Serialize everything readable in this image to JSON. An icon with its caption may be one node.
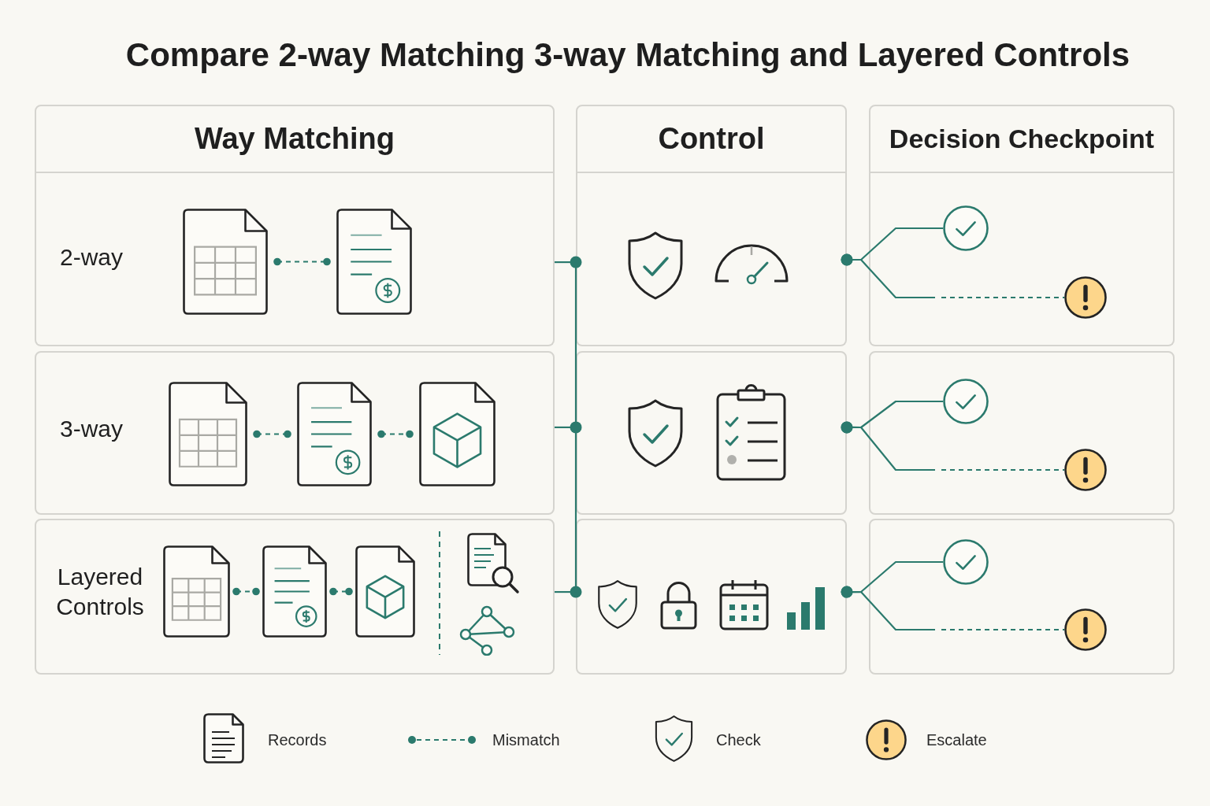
{
  "diagram": {
    "title": "Compare 2-way Matching 3-way Matching and Layered Controls",
    "nodes": [
      {
        "text": [
          "Way Matching"
        ]
      },
      {
        "text": [
          "Control"
        ]
      },
      {
        "text": [
          "Decision Checkpoint"
        ]
      },
      {
        "text": [
          "2-way"
        ]
      },
      {
        "text": [],
        "shape": "document",
        "in": 3
      },
      {
        "text": [],
        "shape": "document",
        "in": 3
      },
      {
        "text": [],
        "shape": "box"
      },
      {
        "text": [],
        "shape": "box"
      },
      {
        "text": [],
        "shape": "circle",
        "in": 7
      },
      {
        "text": [],
        "shape": "circle",
        "in": 7
      },
      {
        "text": [
          "3-way"
        ]
      },
      {
        "text": [],
        "shape": "document",
        "in": 10
      },
      {
        "text": [],
        "shape": "document",
        "in": 10
      },
      {
        "text": [],
        "shape": "document",
        "in": 10
      },
      {
        "text": [],
        "shape": "box"
      },
      {
        "text": [],
        "shape": "box"
      },
      {
        "text": [],
        "shape": "circle",
        "in": 15
      },
      {
        "text": [],
        "shape": "circle",
        "in": 15
      },
      {
        "text": [
          "Layered Controls"
        ]
      },
      {
        "text": [],
        "shape": "document",
        "in": 18
      },
      {
        "text": [],
        "shape": "document",
        "in": 18
      },
      {
        "text": [],
        "shape": "document",
        "in": 18
      },
      {
        "text": [],
        "shape": "box"
      },
      {
        "text": [],
        "shape": "box"
      },
      {
        "text": [],
        "shape": "circle",
        "in": 23
      },
      {
        "text": [],
        "shape": "circle",
        "in": 23
      }
    ],
    "edges": [
      {
        "from": 4,
        "to": 5,
        "arrow": "other",
        "style": "dashed"
      },
      {
        "from": 11,
        "to": 12,
        "arrow": "other",
        "style": "dashed"
      },
      {
        "from": 12,
        "to": 13,
        "arrow": "other",
        "style": "dashed"
      },
      {
        "from": 19,
        "to": 20,
        "arrow": "other",
        "style": "dashed"
      },
      {
        "from": 20,
        "to": 21,
        "arrow": "other",
        "style": "dashed"
      },
      {
        "from": 3,
        "to": 6,
        "arrow": "other"
      },
      {
        "from": 10,
        "to": 14,
        "arrow": "other"
      },
      {
        "from": 18,
        "to": 22,
        "arrow": "other"
      },
      {
        "from": 6,
        "to": 14,
        "arrow": "none"
      },
      {
        "from": 14,
        "to": 22,
        "arrow": "none"
      },
      {
        "from": 6,
        "to": 8,
        "arrow": "other"
      },
      {
        "from": 6,
        "to": 9,
        "arrow": "other",
        "style": "dashed"
      },
      {
        "from": 14,
        "to": 16,
        "arrow": "other"
      },
      {
        "from": 14,
        "to": 17,
        "arrow": "other",
        "style": "dashed"
      },
      {
        "from": 22,
        "to": 24,
        "arrow": "other"
      },
      {
        "from": 22,
        "to": 25,
        "arrow": "other",
        "style": "dashed"
      }
    ],
    "legend": [
      {
        "text": "Records"
      },
      {
        "text": "Mismatch"
      },
      {
        "text": "Check"
      },
      {
        "text": "Escalate"
      }
    ]
  }
}
